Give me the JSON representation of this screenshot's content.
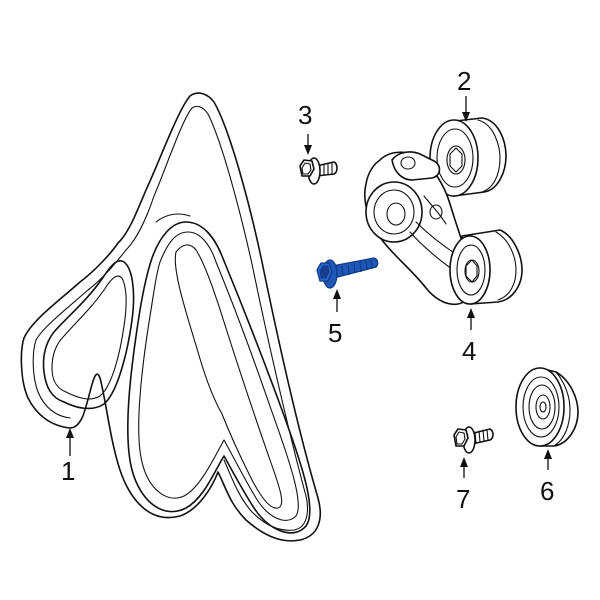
{
  "callouts": {
    "c1": "1",
    "c2": "2",
    "c3": "3",
    "c4": "4",
    "c5": "5",
    "c6": "6",
    "c7": "7"
  },
  "colors": {
    "line": "#111111",
    "highlight_bolt": "#1f57b8",
    "highlight_bolt_dark": "#0f3a86",
    "background": "#ffffff"
  },
  "parts": [
    {
      "callout": "1",
      "part": "serpentine-belt"
    },
    {
      "callout": "2",
      "part": "idler-pulley"
    },
    {
      "callout": "3",
      "part": "flange-bolt"
    },
    {
      "callout": "4",
      "part": "belt-tensioner-assembly"
    },
    {
      "callout": "5",
      "part": "tensioner-bolt",
      "highlighted": true
    },
    {
      "callout": "6",
      "part": "grooved-idler-pulley"
    },
    {
      "callout": "7",
      "part": "flange-bolt"
    }
  ]
}
